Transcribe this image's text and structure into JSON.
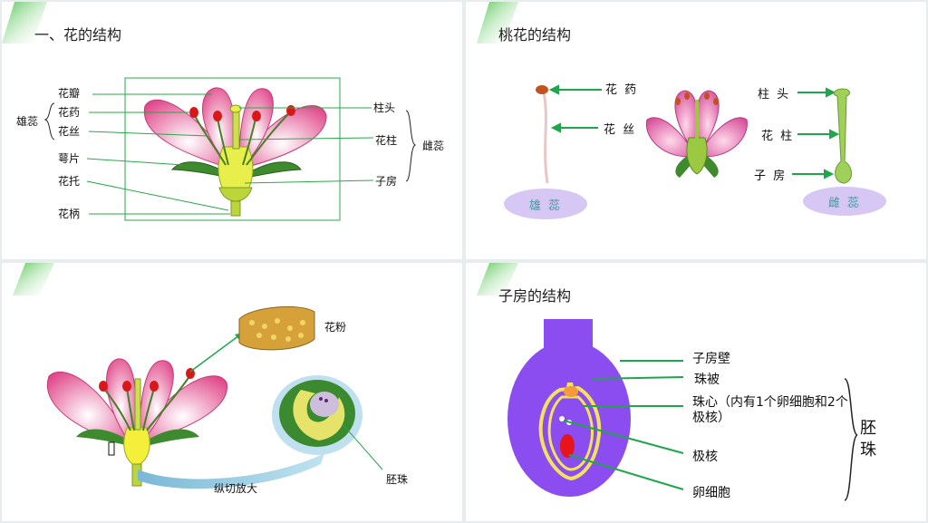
{
  "panel1": {
    "title": "一、花的结构",
    "labels": {
      "petal": "花瓣",
      "stamen": "雄蕊",
      "anther": "花药",
      "filament": "花丝",
      "sepal": "萼片",
      "receptacle": "花托",
      "pedicel": "花柄",
      "stigma": "柱头",
      "style": "花柱",
      "ovary": "子房",
      "pistil": "雌蕊"
    }
  },
  "panel2": {
    "title": "桃花的结构",
    "labels": {
      "anther": "花 药",
      "filament": "花 丝",
      "stamen": "雄 蕊",
      "stigma": "柱 头",
      "style": "花 柱",
      "ovary": "子 房",
      "pistil": "雌 蕊"
    }
  },
  "panel3": {
    "labels": {
      "pollen": "花粉",
      "ovule": "胚珠",
      "section": "纵切放大"
    }
  },
  "panel4": {
    "title": "子房的结构",
    "labels": {
      "ovary_wall": "子房壁",
      "integument": "珠被",
      "nucellus": "珠心（内有1个卵细胞和2个极核）",
      "polar_nuclei": "极核",
      "egg_cell": "卵细胞",
      "ovule_char1": "胚",
      "ovule_char2": "珠"
    }
  },
  "colors": {
    "accent_green": "#1fa64a",
    "ovary_purple": "#8b4df0",
    "integument_yellow": "#f3e35a",
    "egg_red": "#e8141c",
    "pill_lavender": "#d6c7f5"
  }
}
